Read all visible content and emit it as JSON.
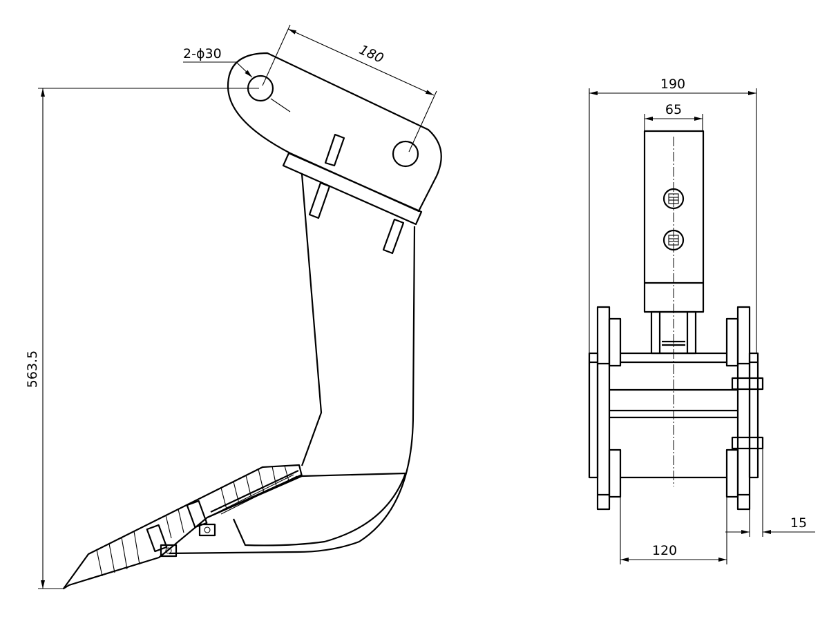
{
  "drawing": {
    "side_view": {
      "hole_callout": "2-ϕ30",
      "pin_spacing": "180",
      "overall_height": "563.5"
    },
    "front_view": {
      "overall_width": "190",
      "block_width": "65",
      "inner_span": "120",
      "plate_offset": "15"
    }
  }
}
